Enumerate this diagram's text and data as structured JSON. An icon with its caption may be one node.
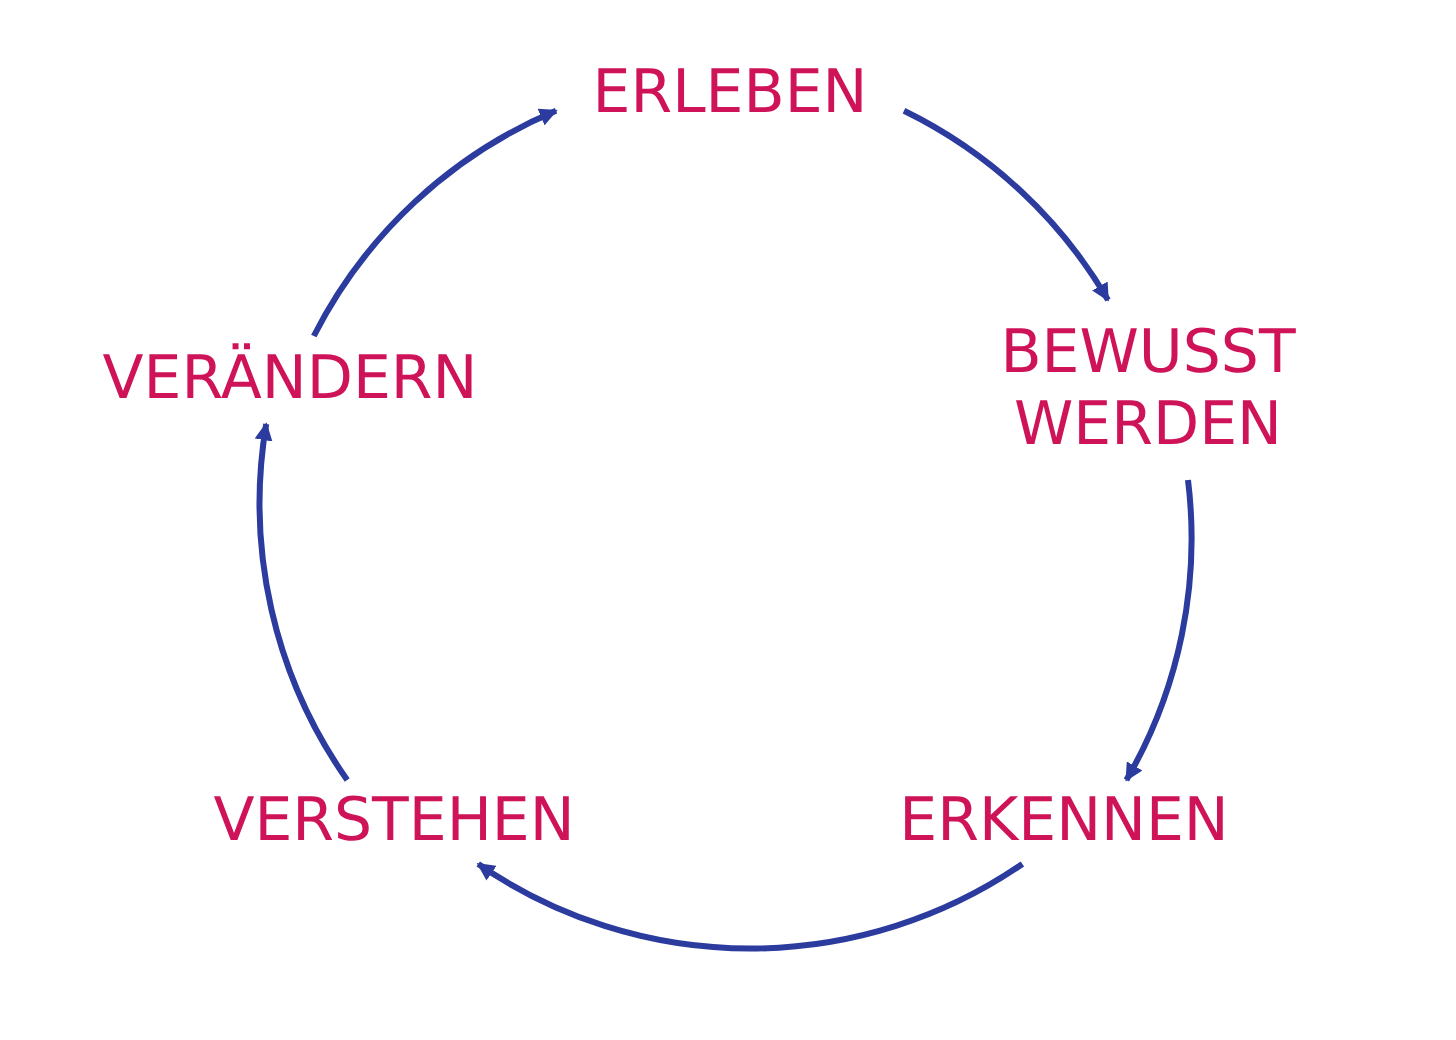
{
  "diagram": {
    "nodes": [
      {
        "text": [
          "ERLEBEN"
        ]
      },
      {
        "text": [
          "BEWUSST WERDEN"
        ]
      },
      {
        "text": [
          "ERKENNEN"
        ]
      },
      {
        "text": [
          "VERSTEHEN"
        ]
      },
      {
        "text": [
          "VERÄNDERN"
        ]
      }
    ],
    "edges": [
      {
        "from": 0,
        "to": 1,
        "arrow": "to"
      },
      {
        "from": 1,
        "to": 2,
        "arrow": "to"
      },
      {
        "from": 2,
        "to": 3,
        "arrow": "to"
      },
      {
        "from": 3,
        "to": 4,
        "arrow": "to"
      },
      {
        "from": 4,
        "to": 0,
        "arrow": "to"
      }
    ]
  }
}
